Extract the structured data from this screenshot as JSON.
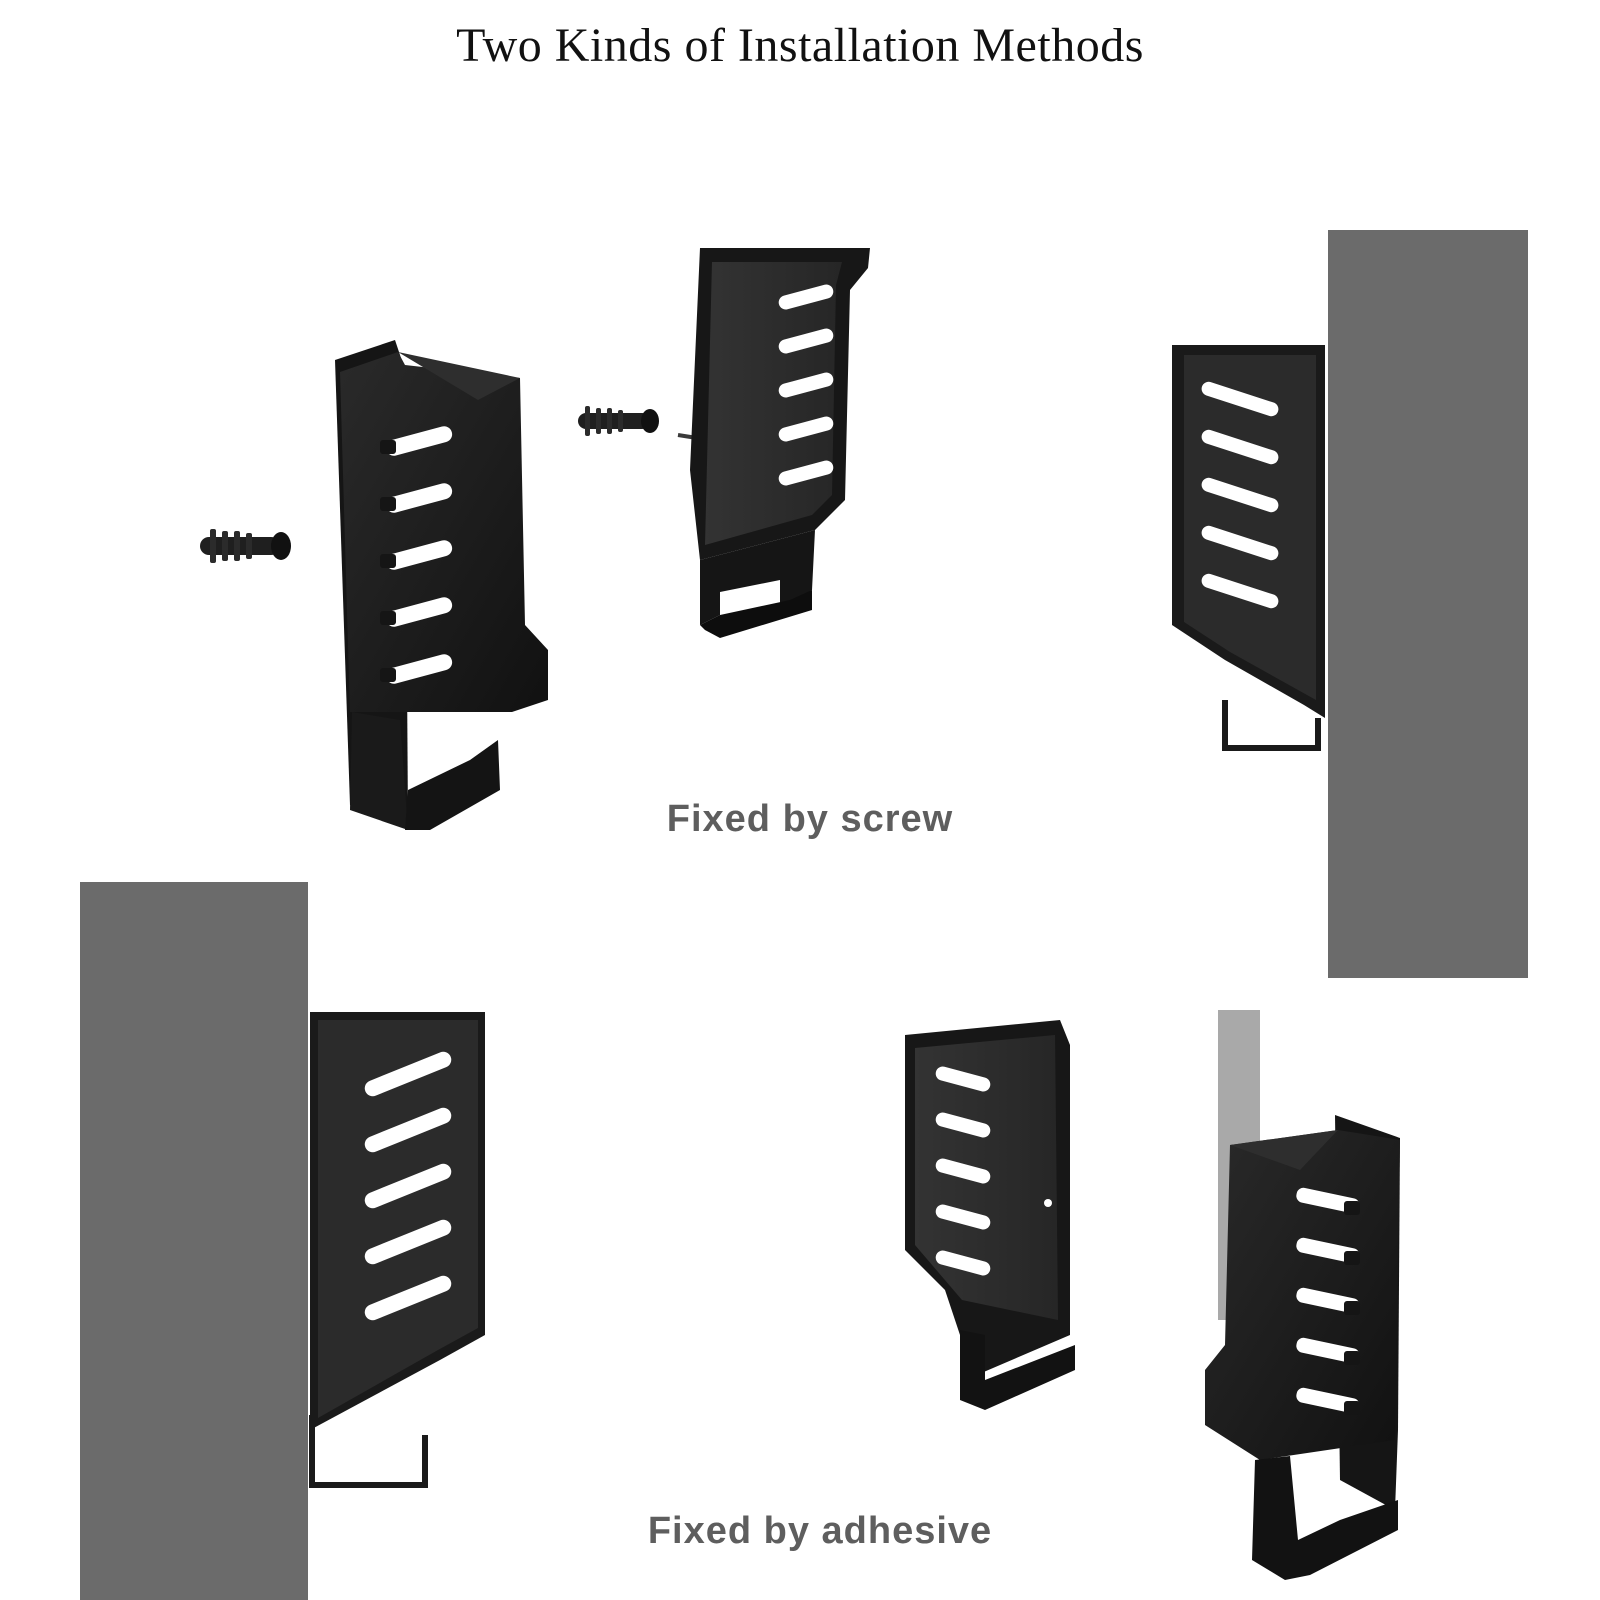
{
  "title": "Two Kinds of Installation Methods",
  "captions": {
    "screw": "Fixed by screw",
    "adhesive": "Fixed by adhesive"
  },
  "colors": {
    "wall": "#6b6b6b",
    "bracket": "#1c1c1c",
    "bracket_edge": "#3a3a3a",
    "caption": "#5e5e5e",
    "adhesive_strip": "#a9a9a9"
  }
}
